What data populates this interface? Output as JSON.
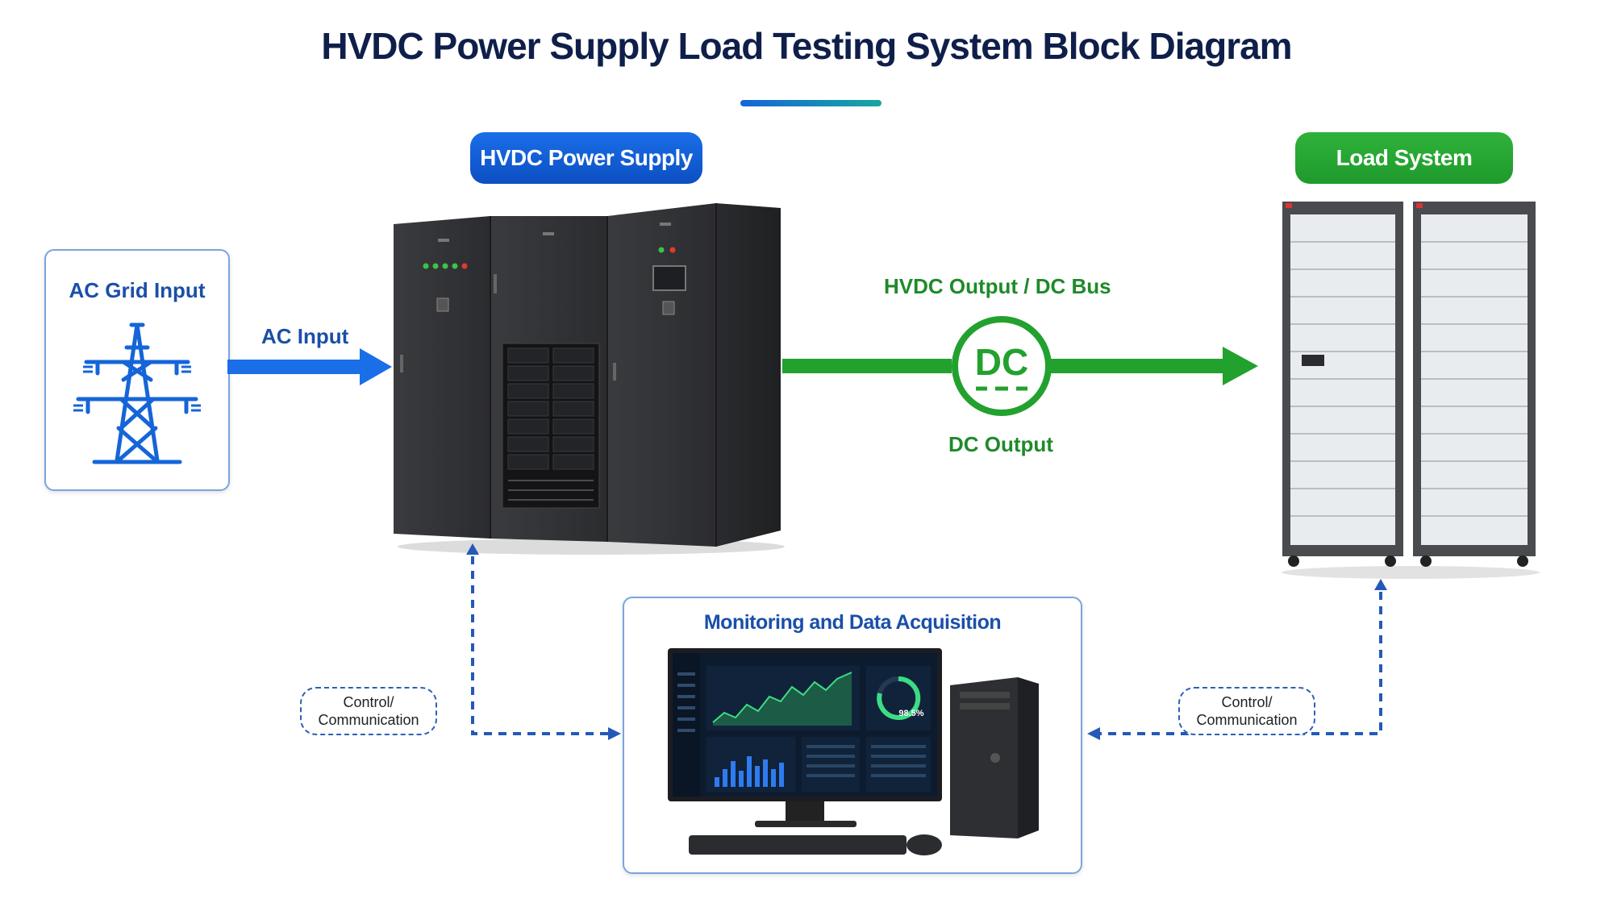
{
  "title": "HVDC Power Supply Load Testing System Block Diagram",
  "nodes": {
    "hvdc_power_supply": "HVDC Power Supply",
    "load_system": "Load System",
    "ac_grid_input": "AC Grid Input",
    "monitoring": "Monitoring and Data Acquisition"
  },
  "edges": {
    "ac_input": "AC Input",
    "hvdc_output": "HVDC Output / DC Bus",
    "dc_output": "DC Output",
    "dc_badge": "DC",
    "control_left": [
      "Control/",
      "Communication"
    ],
    "control_right": [
      "Control/",
      "Communication"
    ]
  },
  "screen": {
    "gauge_value": "98.5%"
  },
  "colors": {
    "title": "#0f1f4a",
    "blue_accent": "#1565d8",
    "green_accent": "#22a12e",
    "label_blue": "#1a4fa8",
    "label_green": "#1f8a2a"
  }
}
